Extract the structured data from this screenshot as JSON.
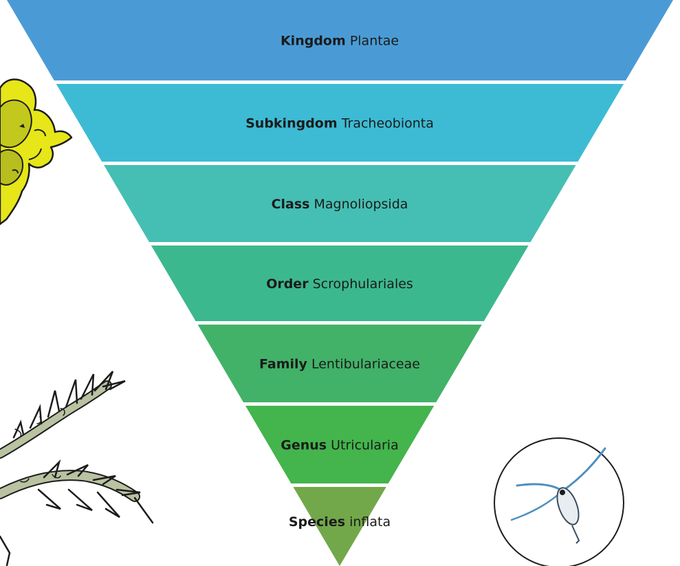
{
  "diagram": {
    "levels": [
      {
        "rank": "Kingdom",
        "name": "Plantae",
        "color": "#4A9BD5"
      },
      {
        "rank": "Subkingdom",
        "name": "Tracheobionta",
        "color": "#3DBBD4"
      },
      {
        "rank": "Class",
        "name": "Magnoliopsida",
        "color": "#45BFB3"
      },
      {
        "rank": "Order",
        "name": "Scrophulariales",
        "color": "#3CB88E"
      },
      {
        "rank": "Family",
        "name": "Lentibulariaceae",
        "color": "#42B268"
      },
      {
        "rank": "Genus",
        "name": "Utricularia",
        "color": "#43B54C"
      },
      {
        "rank": "Species",
        "name": "inflata",
        "color": "#72A84A"
      }
    ]
  },
  "illustrations": {
    "top_left": "yellow bladderwort flower",
    "bottom_left": "bladderwort stems",
    "bottom_right": "copepod in circle"
  }
}
